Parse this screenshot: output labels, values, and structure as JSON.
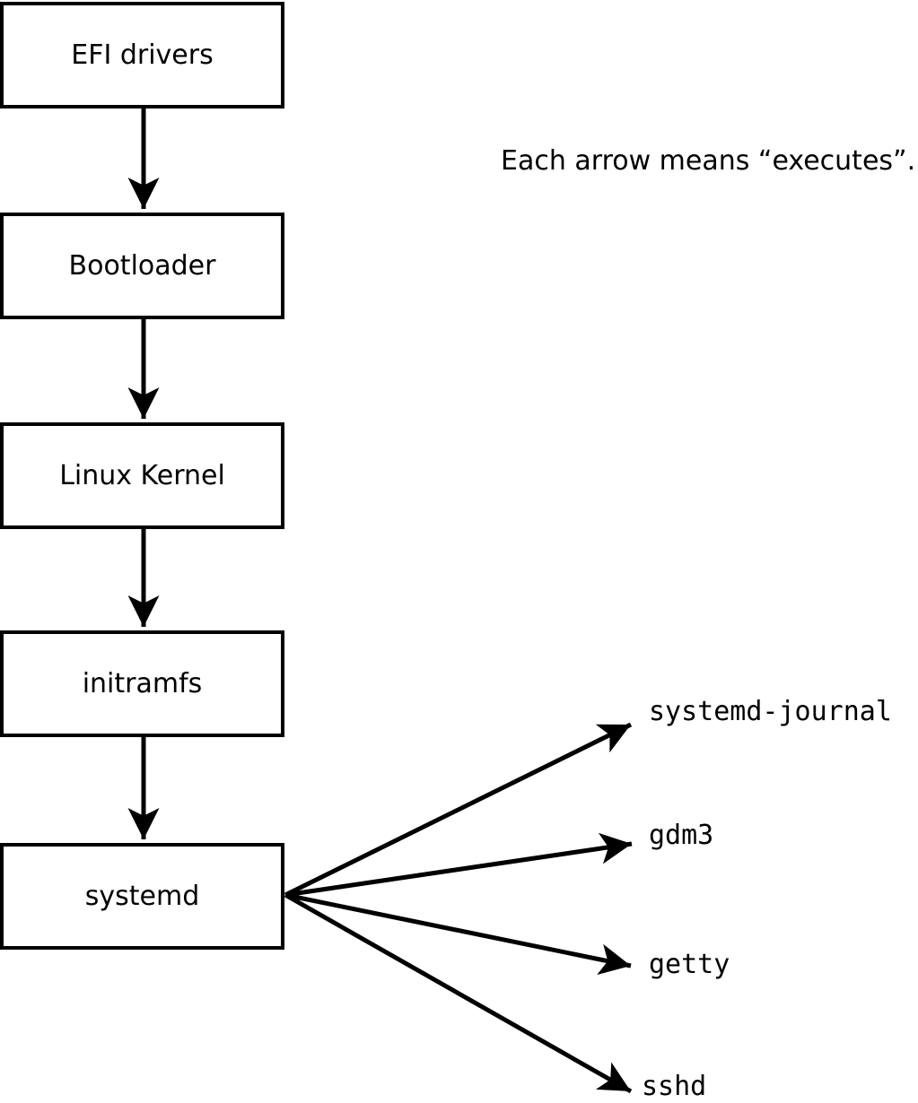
{
  "diagram": {
    "annotation": "Each arrow means “executes”.",
    "arrow_meaning": "executes",
    "boot_chain": [
      {
        "label": "EFI drivers"
      },
      {
        "label": "Bootloader"
      },
      {
        "label": "Linux Kernel"
      },
      {
        "label": "initramfs"
      },
      {
        "label": "systemd"
      }
    ],
    "spawned_processes": [
      {
        "label": "systemd-journal"
      },
      {
        "label": "gdm3"
      },
      {
        "label": "getty"
      },
      {
        "label": "sshd"
      }
    ],
    "colors": {
      "stroke": "#000000",
      "background": "#ffffff",
      "text": "#000000"
    }
  }
}
